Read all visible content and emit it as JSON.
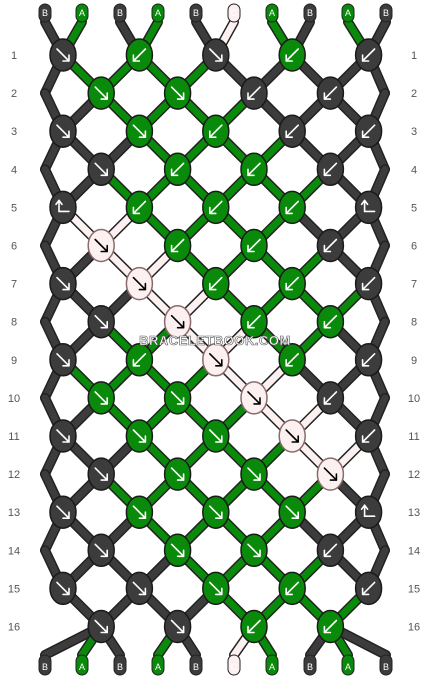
{
  "watermark": "BRACELETBOOK.COM",
  "colors": {
    "B": "#3c3c3c",
    "A": "#0a8a0a",
    "C": "#fdf0f0"
  },
  "top_strands": [
    "B",
    "A",
    "B",
    "A",
    "B",
    "C",
    "A",
    "B",
    "A",
    "B"
  ],
  "bottom_strands": [
    "B",
    "A",
    "B",
    "A",
    "B",
    "C",
    "A",
    "B",
    "A",
    "B"
  ],
  "row_numbers": [
    "1",
    "2",
    "3",
    "4",
    "5",
    "6",
    "7",
    "8",
    "9",
    "10",
    "11",
    "12",
    "13",
    "14",
    "15",
    "16"
  ],
  "knots": [
    [
      {
        "c": "B",
        "d": "dr"
      },
      {
        "c": "A",
        "d": "dl"
      },
      {
        "c": "B",
        "d": "dr"
      },
      {
        "c": "A",
        "d": "dl"
      },
      {
        "c": "B",
        "d": "dl"
      }
    ],
    [
      {
        "c": "A",
        "d": "dr"
      },
      {
        "c": "A",
        "d": "dr"
      },
      {
        "c": "B",
        "d": "dl"
      },
      {
        "c": "B",
        "d": "dl"
      }
    ],
    [
      {
        "c": "B",
        "d": "dr"
      },
      {
        "c": "A",
        "d": "dr"
      },
      {
        "c": "A",
        "d": "dl"
      },
      {
        "c": "B",
        "d": "dl"
      },
      {
        "c": "B",
        "d": "dl"
      }
    ],
    [
      {
        "c": "B",
        "d": "dr"
      },
      {
        "c": "A",
        "d": "dl"
      },
      {
        "c": "A",
        "d": "dl"
      },
      {
        "c": "B",
        "d": "dl"
      }
    ],
    [
      {
        "c": "B",
        "d": "rl"
      },
      {
        "c": "A",
        "d": "dl"
      },
      {
        "c": "A",
        "d": "dl"
      },
      {
        "c": "A",
        "d": "dl"
      },
      {
        "c": "B",
        "d": "rl"
      }
    ],
    [
      {
        "c": "C",
        "d": "dr"
      },
      {
        "c": "A",
        "d": "dl"
      },
      {
        "c": "A",
        "d": "dl"
      },
      {
        "c": "B",
        "d": "dl"
      }
    ],
    [
      {
        "c": "B",
        "d": "dr"
      },
      {
        "c": "C",
        "d": "dr"
      },
      {
        "c": "A",
        "d": "dl"
      },
      {
        "c": "A",
        "d": "dl"
      },
      {
        "c": "B",
        "d": "dl"
      }
    ],
    [
      {
        "c": "B",
        "d": "dr"
      },
      {
        "c": "C",
        "d": "dr"
      },
      {
        "c": "A",
        "d": "dl"
      },
      {
        "c": "A",
        "d": "dl"
      }
    ],
    [
      {
        "c": "B",
        "d": "dr"
      },
      {
        "c": "A",
        "d": "dl"
      },
      {
        "c": "C",
        "d": "dr"
      },
      {
        "c": "A",
        "d": "dl"
      },
      {
        "c": "B",
        "d": "dl"
      }
    ],
    [
      {
        "c": "A",
        "d": "dr"
      },
      {
        "c": "A",
        "d": "dr"
      },
      {
        "c": "C",
        "d": "dr"
      },
      {
        "c": "B",
        "d": "dl"
      }
    ],
    [
      {
        "c": "B",
        "d": "dr"
      },
      {
        "c": "A",
        "d": "dr"
      },
      {
        "c": "A",
        "d": "dr"
      },
      {
        "c": "C",
        "d": "dr"
      },
      {
        "c": "B",
        "d": "dl"
      }
    ],
    [
      {
        "c": "B",
        "d": "dr"
      },
      {
        "c": "A",
        "d": "dr"
      },
      {
        "c": "A",
        "d": "dr"
      },
      {
        "c": "C",
        "d": "dr"
      }
    ],
    [
      {
        "c": "B",
        "d": "dr"
      },
      {
        "c": "A",
        "d": "dr"
      },
      {
        "c": "A",
        "d": "dr"
      },
      {
        "c": "A",
        "d": "dr"
      },
      {
        "c": "B",
        "d": "rl"
      }
    ],
    [
      {
        "c": "B",
        "d": "dr"
      },
      {
        "c": "A",
        "d": "dr"
      },
      {
        "c": "A",
        "d": "dr"
      },
      {
        "c": "B",
        "d": "dl"
      }
    ],
    [
      {
        "c": "B",
        "d": "dr"
      },
      {
        "c": "B",
        "d": "dr"
      },
      {
        "c": "A",
        "d": "dr"
      },
      {
        "c": "A",
        "d": "dl"
      },
      {
        "c": "B",
        "d": "dl"
      }
    ],
    [
      {
        "c": "B",
        "d": "dr"
      },
      {
        "c": "B",
        "d": "dr"
      },
      {
        "c": "A",
        "d": "dl"
      },
      {
        "c": "A",
        "d": "dl"
      }
    ]
  ]
}
